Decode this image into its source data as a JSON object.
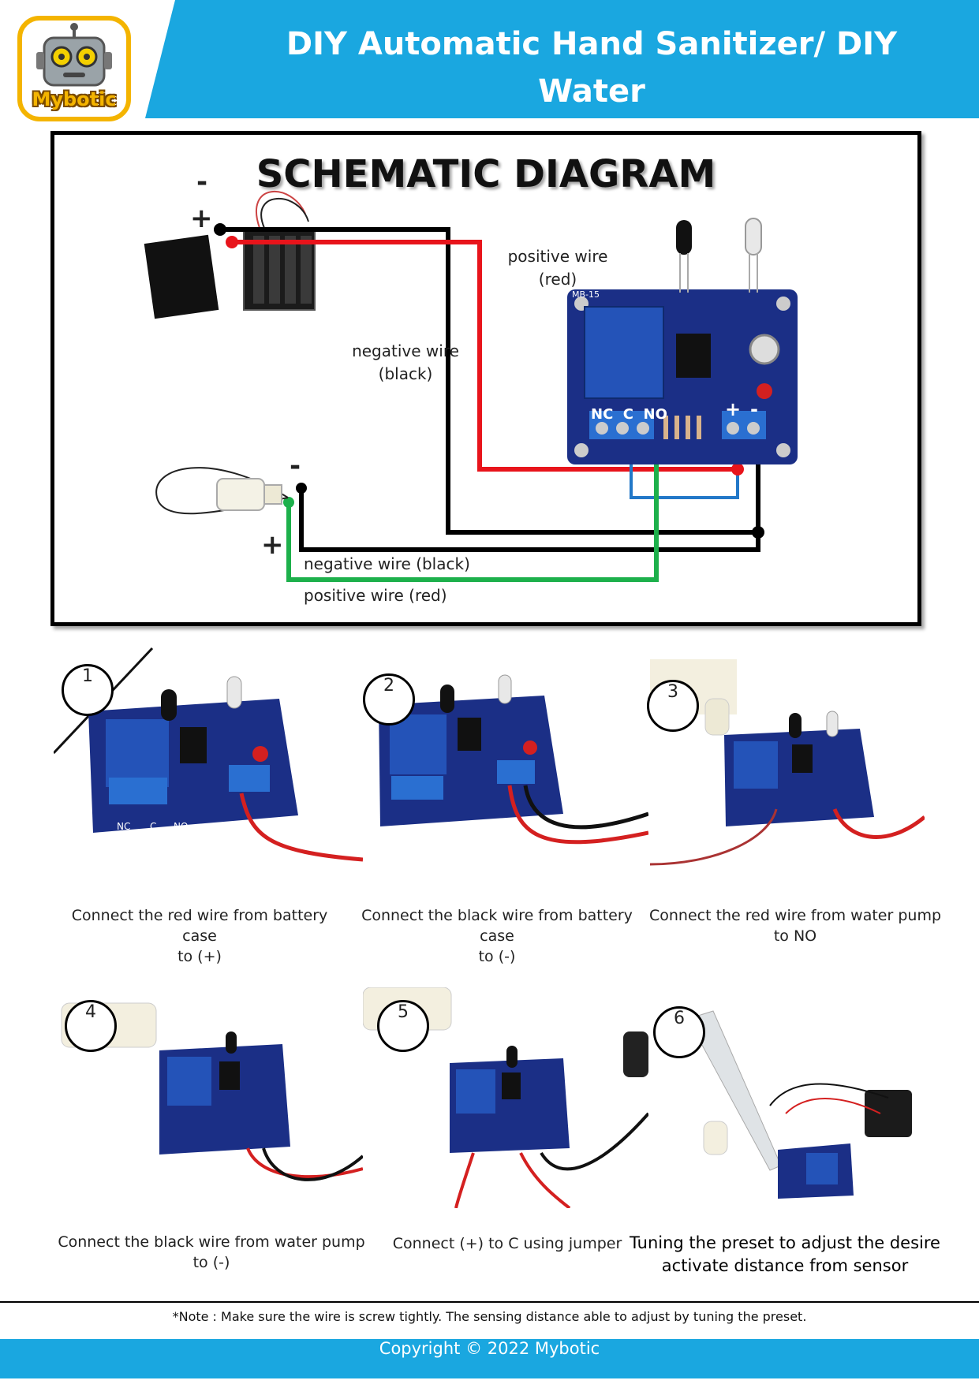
{
  "header": {
    "title_line1": "DIY Automatic Hand Sanitizer/ DIY Water",
    "title_line2": "Dispenser Kit’s User Manual v1.0",
    "logo_text": "Mybotic",
    "brand_color": "#1aa7e0",
    "logo_color": "#f4b400"
  },
  "schematic": {
    "title": "SCHEMATIC DIAGRAM",
    "battery_negative_symbol": "-",
    "battery_positive_symbol": "+",
    "positive_wire_label_1": "positive wire",
    "positive_wire_label_2": "(red)",
    "negative_wire_label_1": "negative wire",
    "negative_wire_label_2": "(black)",
    "pump_negative_symbol": "-",
    "pump_positive_symbol": "+",
    "pump_negative_label": "negative wire (black)",
    "pump_positive_label": "positive wire (red)",
    "terminal_labels": "NC  C  NO",
    "power_plus": "+",
    "power_minus": "-",
    "board_label": "MB-15",
    "wire_colors": {
      "red": "#e8141b",
      "black": "#000000",
      "green": "#1db04b",
      "blue": "#2278c8"
    }
  },
  "steps": [
    {
      "number": "1",
      "caption_line1": "Connect the red wire from battery case",
      "caption_line2": "to (+)"
    },
    {
      "number": "2",
      "caption_line1": "Connect the black wire from battery case",
      "caption_line2": "to (-)"
    },
    {
      "number": "3",
      "caption_line1": "Connect the red wire from water pump",
      "caption_line2": "to NO"
    },
    {
      "number": "4",
      "caption_line1": "Connect the black wire from water pump",
      "caption_line2": "to (-)"
    },
    {
      "number": "5",
      "caption_line1": "Connect (+) to C using jumper",
      "caption_line2": ""
    },
    {
      "number": "6",
      "caption_line1": "Tuning the preset to adjust the desire",
      "caption_line2": "activate distance from sensor"
    }
  ],
  "board_silkscreen": {
    "nc": "NC",
    "c": "C",
    "no": "NO"
  },
  "footer": {
    "note": "*Note : Make sure the wire is screw tightly. The sensing distance able to adjust by tuning the preset.",
    "copyright": "Copyright © 2022 Mybotic"
  }
}
